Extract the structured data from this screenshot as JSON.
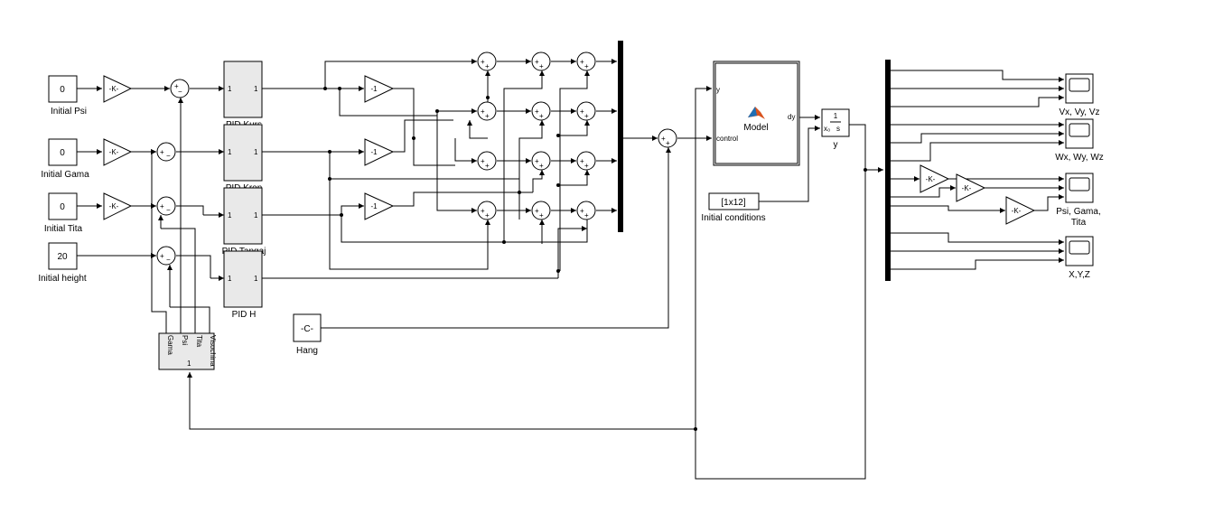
{
  "constants": {
    "psi": {
      "value": "0",
      "label": "Initial Psi"
    },
    "gama": {
      "value": "0",
      "label": "Initial Gama"
    },
    "tita": {
      "value": "0",
      "label": "Initial Tita"
    },
    "height": {
      "value": "20",
      "label": "Initial height"
    }
  },
  "gain_k": "-K-",
  "gain_neg": "-1",
  "pid": {
    "kurs": "PID Kurs",
    "kren": "PID Kren",
    "tangaj": "PID Tangaj",
    "h": "PID H",
    "port": "1"
  },
  "selector": {
    "ports": [
      "Gama",
      "Psi",
      "Tita",
      "Visochina"
    ],
    "in": "1"
  },
  "hang": {
    "value": "-C-",
    "label": "Hang"
  },
  "model": {
    "label": "Model",
    "in_y": "y",
    "in_control": "control",
    "out_dy": "dy"
  },
  "integrator": {
    "num": "1",
    "den": "s",
    "ic": "x₀",
    "label": "y"
  },
  "initial_conditions": {
    "value": "[1x12]",
    "label": "Initial conditions"
  },
  "scopes": [
    {
      "label": "Vx, Vy, Vz"
    },
    {
      "label": "Wx, Wy, Wz"
    },
    {
      "label1": "Psi, Gama,",
      "label2": "Tita"
    },
    {
      "label": "X,Y,Z"
    }
  ],
  "sum_signs": {
    "plus": "+",
    "minus": "−"
  }
}
